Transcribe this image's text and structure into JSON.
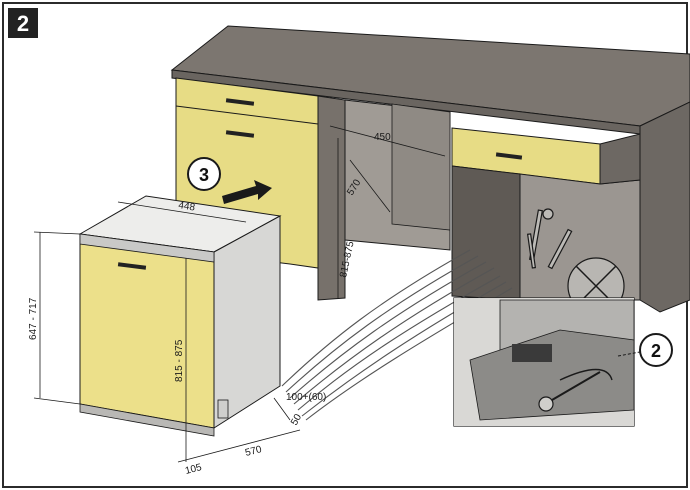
{
  "step_badge": "2",
  "callouts": {
    "push_step": "3",
    "detail_step": "2"
  },
  "dimensions": {
    "niche_width": "450",
    "niche_depth": "570",
    "niche_height": "815-875",
    "appliance_width": "448",
    "appliance_door_height": "647 - 717",
    "appliance_height": "815 - 875",
    "hose_gap": "100+(60)",
    "rear_gap": "50",
    "appliance_depth": "570",
    "plinth_offset": "105"
  },
  "colors": {
    "frame": "#2b2b2b",
    "badge": "#222222",
    "countertop": "#7c7670",
    "cabinet_side": "#6d6863",
    "cabinet_front": "#e7dc85",
    "niche_back": "#a09b95",
    "appliance_body": "#d7d7d5",
    "appliance_top": "#ededeb",
    "door": "#ece08a",
    "detail_bg": "#b4b3b0",
    "line": "#1a1a1a"
  }
}
